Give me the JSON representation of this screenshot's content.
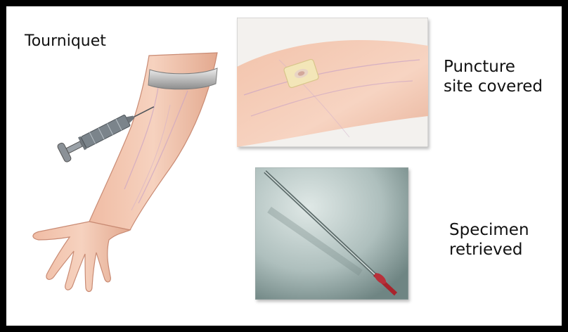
{
  "labels": {
    "tourniquet": "Tourniquet",
    "puncture_line1": "Puncture",
    "puncture_line2": "site covered",
    "specimen_line1": "Specimen",
    "specimen_line2": "retrieved"
  },
  "colors": {
    "frame": "#000000",
    "skin": "#f3c7b0",
    "skin_shadow": "#d9a08a",
    "tourniquet_band": "#c9c9c9",
    "syringe": "#7a8288",
    "bandage": "#f1e4b8",
    "blood": "#a8242c",
    "glass_bg": "#8fa9a7"
  },
  "icons": [
    "arm-illustration",
    "syringe-icon",
    "bandage-icon",
    "specimen-tube-icon"
  ]
}
